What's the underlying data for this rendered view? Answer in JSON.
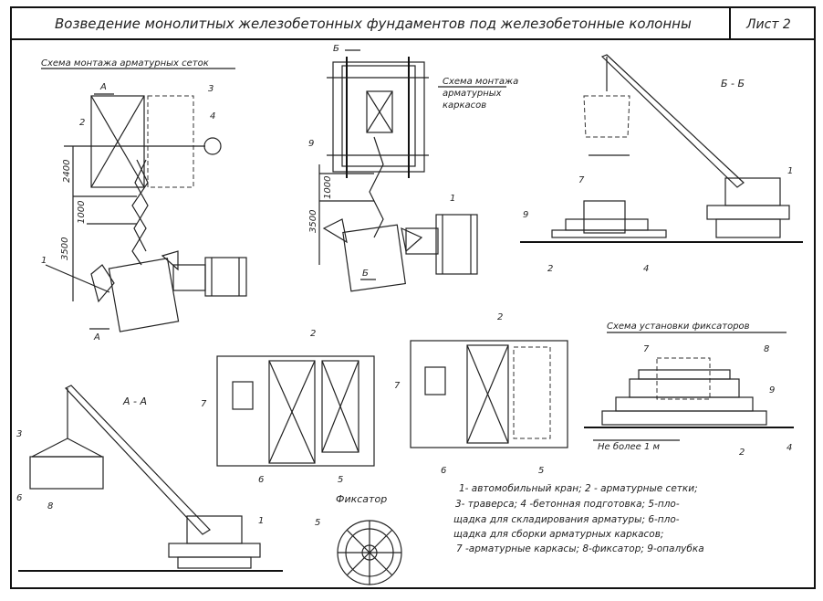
{
  "title": "Возведение монолитных железобетонных фундаментов под железобетонные колонны",
  "sheet": "Лист 2",
  "sections": {
    "mesh_install": "Схема монтажа арматурных сеток",
    "cage_install": [
      "Схема монтажа",
      "арматурных",
      "каркасов"
    ],
    "section_bb": "Б - Б",
    "section_aa": "А - А",
    "fixator": "Фиксатор",
    "fixator_install": "Схема установки фиксаторов"
  },
  "dimensions": {
    "d2400": "2400",
    "d1000": "1000",
    "d3500": "3500",
    "max_spacing": "Не более 1 м"
  },
  "marks": {
    "a": "А",
    "b": "Б",
    "n1": "1",
    "n2": "2",
    "n3": "3",
    "n4": "4",
    "n5": "5",
    "n6": "6",
    "n7": "7",
    "n8": "8",
    "n9": "9"
  },
  "legend": [
    "1- автомобильный кран;  2 - арматурные сетки;",
    "3- траверса;  4 -бетонная подготовка; 5-пло-",
    "щадка для складирования арматуры; 6-пло-",
    "щадка для сборки арматурных каркасов;",
    "7 -арматурные каркасы; 8-фиксатор; 9-опалубка"
  ]
}
